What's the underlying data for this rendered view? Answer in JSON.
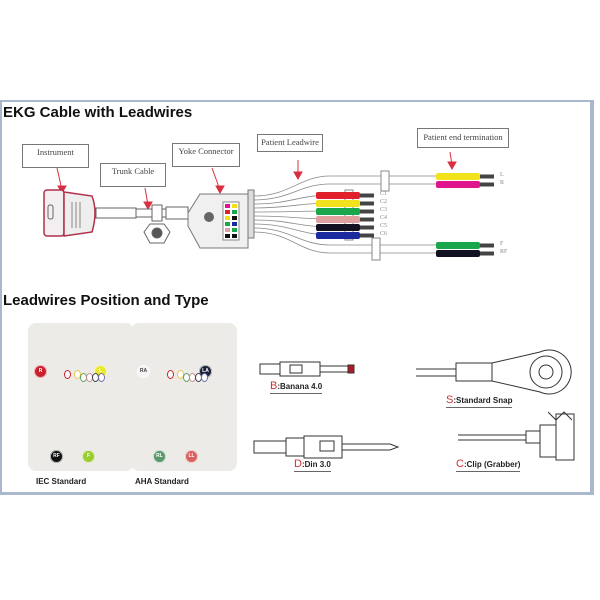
{
  "sections": {
    "cable_title": "EKG Cable with Leadwires",
    "position_title": "Leadwires Position and Type"
  },
  "callouts": {
    "instrument": "Instrument",
    "trunk_cable": "Trunk Cable",
    "yoke_connector": "Yoke Connector",
    "patient_leadwire": "Patient Leadwire",
    "patient_end_termination": "Patient end termination"
  },
  "leads": [
    {
      "label": "L",
      "color": "#f2e21c"
    },
    {
      "label": "R",
      "color": "#e0148c"
    },
    {
      "label": "C1",
      "color": "#e0202a"
    },
    {
      "label": "C2",
      "color": "#f2e21c"
    },
    {
      "label": "C3",
      "color": "#1aa64a"
    },
    {
      "label": "C4",
      "color": "#e0a0a0"
    },
    {
      "label": "C5",
      "color": "#111122"
    },
    {
      "label": "C6",
      "color": "#1c2aa0"
    },
    {
      "label": "F",
      "color": "#1aa64a"
    },
    {
      "label": "RF",
      "color": "#111122"
    }
  ],
  "standards": {
    "iec": {
      "caption": "IEC Standard",
      "electrodes": [
        {
          "label": "R",
          "color": "#c8202c"
        },
        {
          "label": "L",
          "color": "#e8e830"
        },
        {
          "label": "RF",
          "color": "#111111"
        },
        {
          "label": "F",
          "color": "#9acd32"
        }
      ]
    },
    "aha": {
      "caption": "AHA Standard",
      "electrodes": [
        {
          "label": "RA",
          "color": "#f4f4f4"
        },
        {
          "label": "LA",
          "color": "#1a2238"
        },
        {
          "label": "RL",
          "color": "#5a9a6a"
        },
        {
          "label": "LL",
          "color": "#d86060"
        }
      ]
    }
  },
  "connector_types": [
    {
      "letter": "B",
      "label": ":Banana 4.0"
    },
    {
      "letter": "S",
      "label": ":Standard Snap"
    },
    {
      "letter": "D",
      "label": ":Din 3.0"
    },
    {
      "letter": "C",
      "label": ":Clip (Grabber)"
    }
  ]
}
